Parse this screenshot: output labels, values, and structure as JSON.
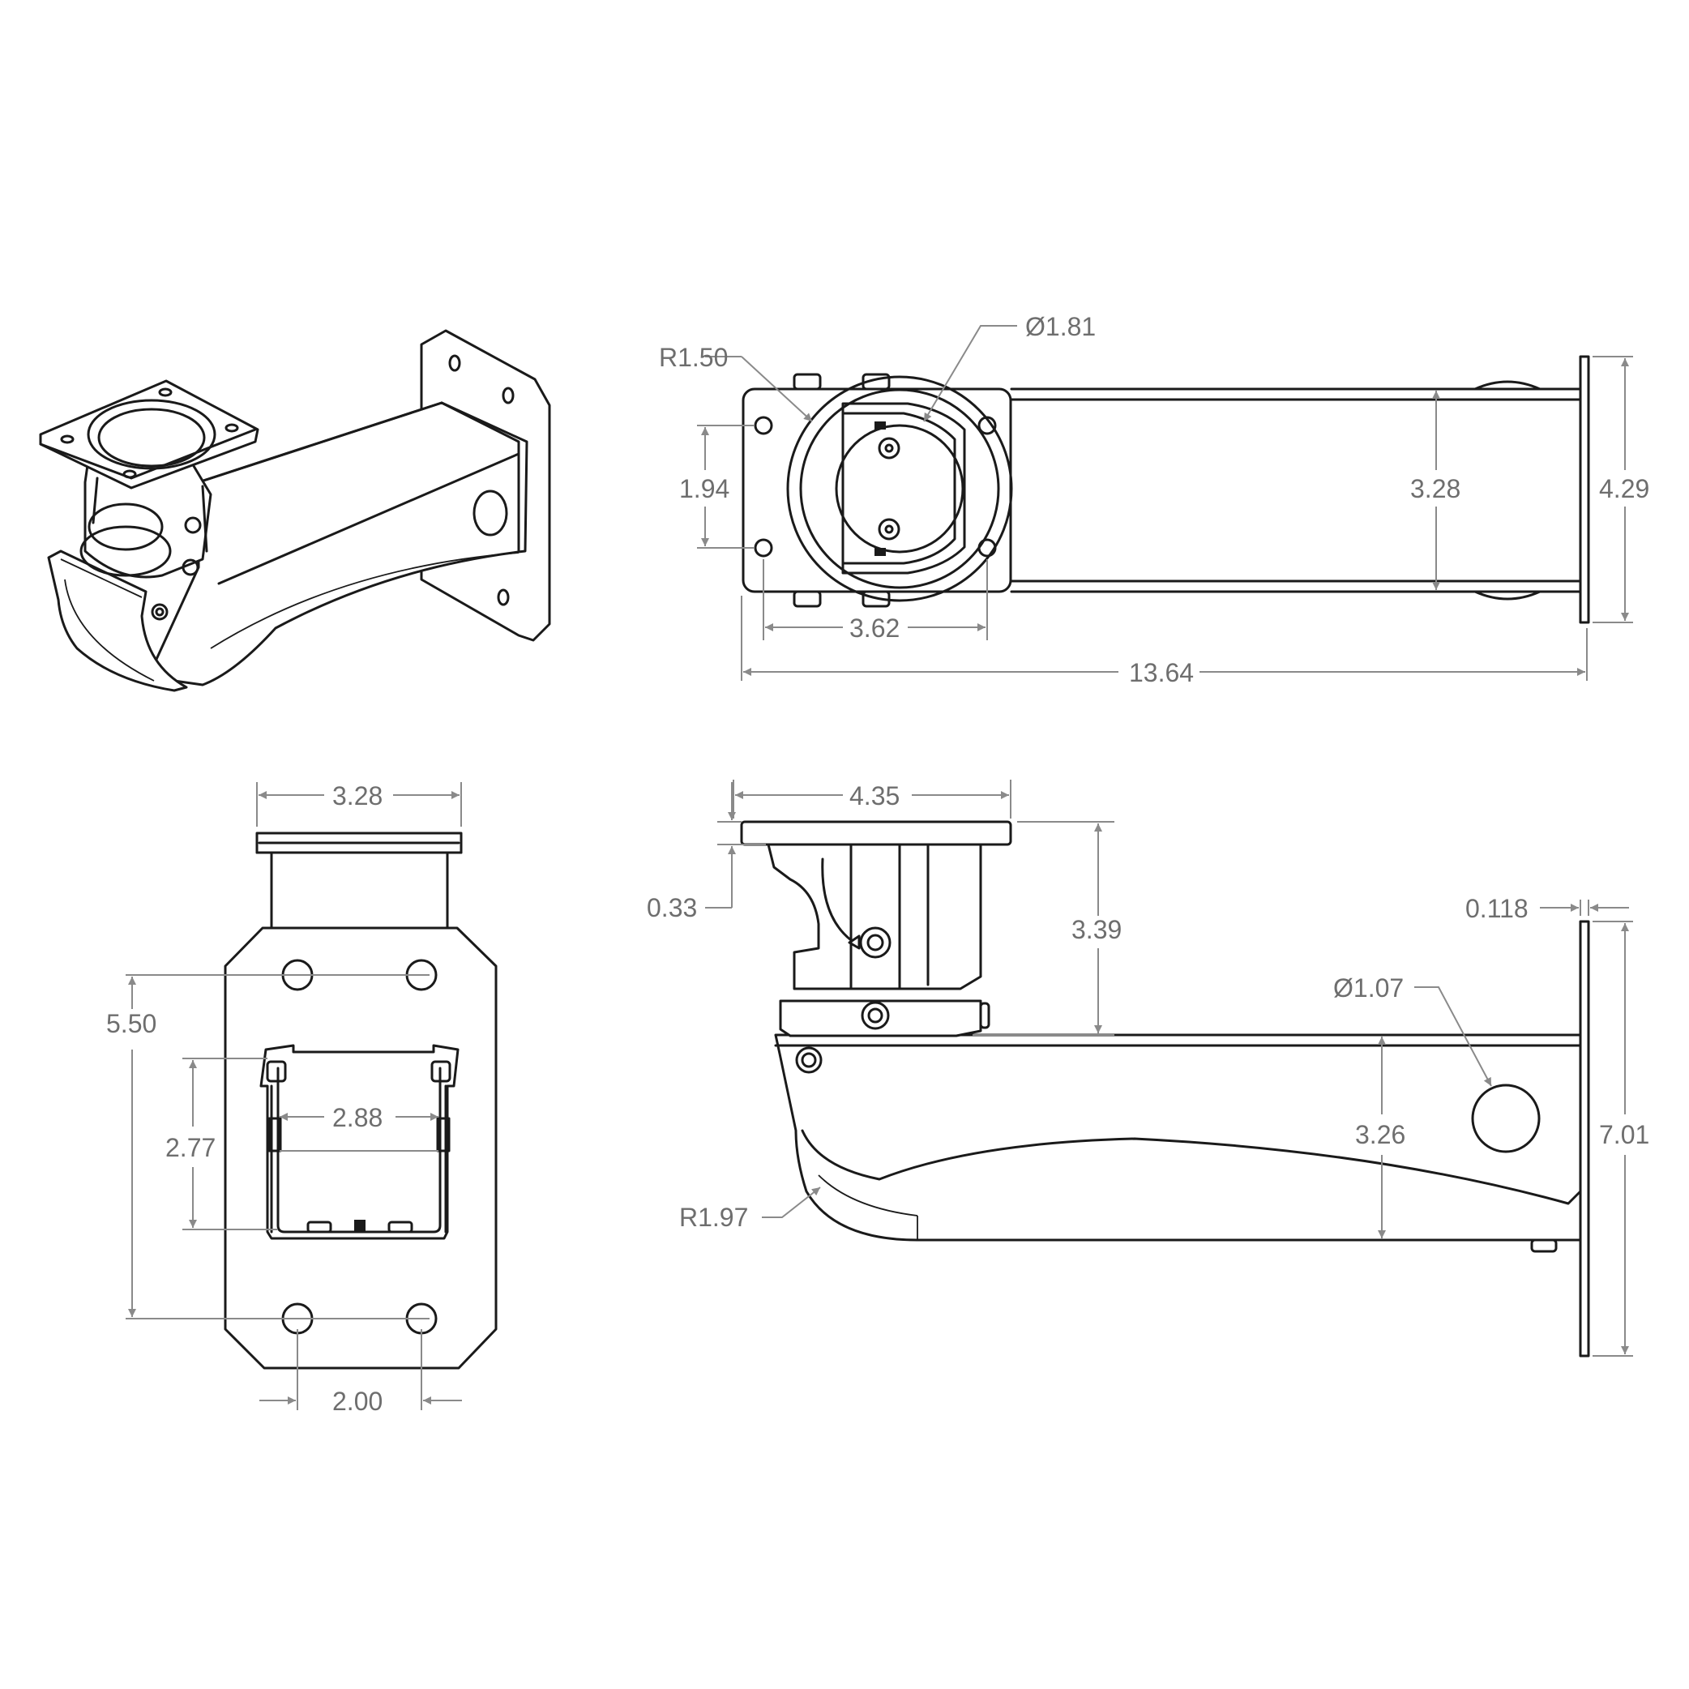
{
  "labels": {
    "iso": {},
    "top": {
      "r_flange": "R1.50",
      "dia_pipe": "Ø1.81",
      "hole_v": "1.94",
      "arm_width": "3.28",
      "plate_height": "4.29",
      "hole_h": "3.62",
      "overall_length": "13.64"
    },
    "end": {
      "top_width": "3.28",
      "hole_v": "5.50",
      "window_h": "2.77",
      "window_w": "2.88",
      "hole_h": "2.00"
    },
    "side": {
      "flange_width": "4.35",
      "flange_thk": "0.33",
      "head_height": "3.39",
      "plate_thk": "0.118",
      "hole_dia": "Ø1.07",
      "arm_height": "3.26",
      "plate_height": "7.01",
      "r_arm": "R1.97"
    }
  }
}
